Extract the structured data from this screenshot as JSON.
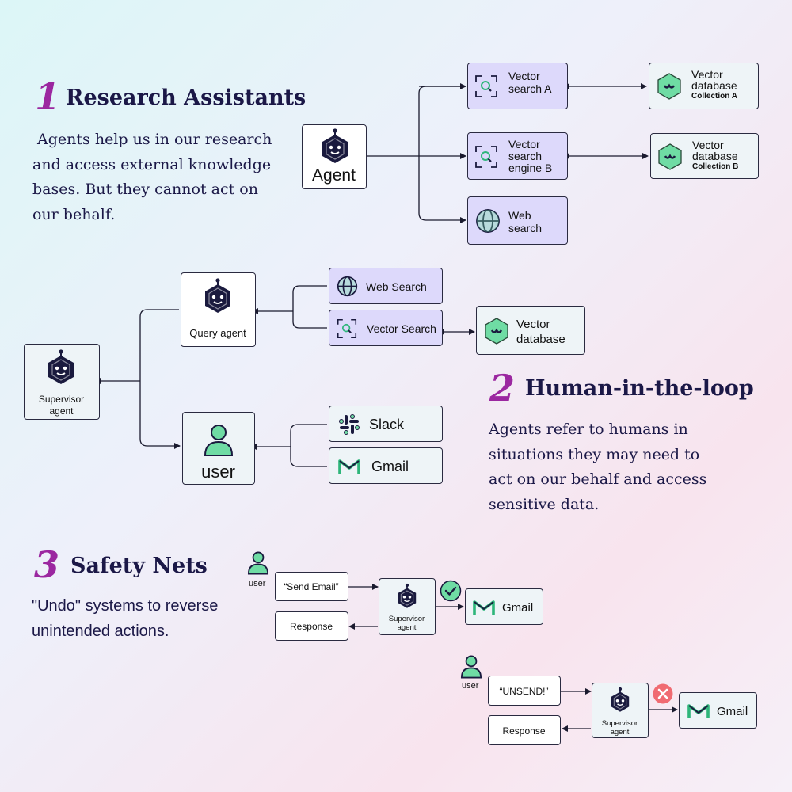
{
  "section1": {
    "number": "1",
    "title": "Research Assistants",
    "desc": [
      " Agents help us in our research",
      "and access external knowledge",
      "bases. But they cannot act on",
      "our behalf."
    ],
    "agent": "Agent",
    "vs_a": [
      "Vector",
      "search A"
    ],
    "vs_b": [
      "Vector",
      "search",
      "engine B"
    ],
    "web": [
      "Web",
      "search"
    ],
    "db_a": [
      "Vector",
      "database",
      "Collection A"
    ],
    "db_b": [
      "Vector",
      "database",
      "Collection B"
    ]
  },
  "section2": {
    "number": "2",
    "title": "Human-in-the-loop",
    "desc": [
      "Agents refer to humans in",
      "situations they may need to",
      "act on our behalf and access",
      "sensitive data."
    ],
    "query_agent": "Query agent",
    "web_search": "Web Search",
    "vector_search": "Vector Search",
    "vector_db": [
      "Vector",
      "database"
    ],
    "supervisor": [
      "Supervisor",
      "agent"
    ],
    "user": "user",
    "slack": "Slack",
    "gmail": "Gmail"
  },
  "section3": {
    "number": "3",
    "title": "Safety Nets",
    "desc": [
      "\"Undo\" systems to reverse",
      "unintended actions."
    ],
    "user": "user",
    "send_email": "“Send Email”",
    "response": "Response",
    "supervisor": [
      "Supervisor",
      "agent"
    ],
    "gmail": "Gmail",
    "unsend": "“UNSEND!”"
  },
  "colors": {
    "accent": "#9b27a0",
    "navy": "#1b1847",
    "green": "#6fdca4",
    "purple_fill": "#ddd9fb",
    "check": "#6fdca4",
    "cross": "#f06b72"
  }
}
